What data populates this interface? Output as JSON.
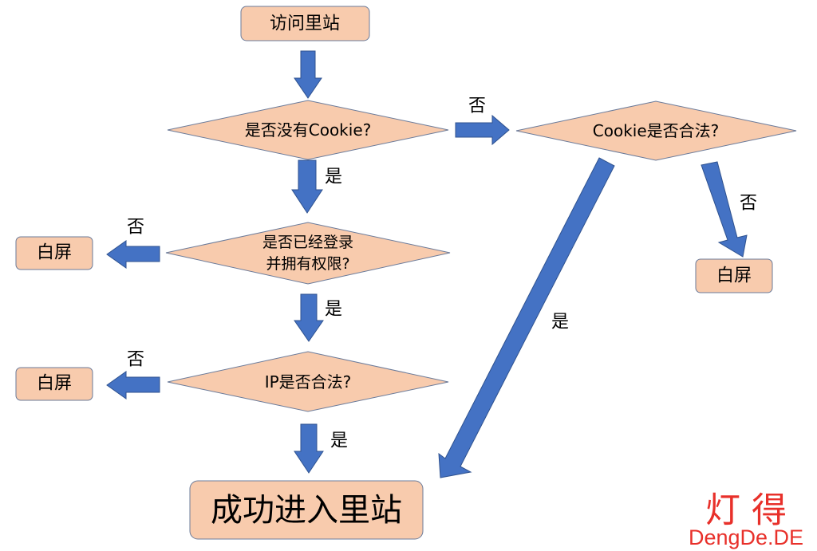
{
  "colors": {
    "node_fill": "#f8cbad",
    "node_stroke": "#6b7b9a",
    "arrow_fill": "#4472c4",
    "arrow_stroke": "#2f528f",
    "watermark": "#e8302a"
  },
  "nodes": {
    "start": "访问里站",
    "q_no_cookie": "是否没有Cookie?",
    "q_logged_in_line1": "是否已经登录",
    "q_logged_in_line2": "并拥有权限?",
    "q_ip_valid": "IP是否合法?",
    "q_cookie_valid": "Cookie是否合法?",
    "success": "成功进入里站",
    "white_screen_login": "白屏",
    "white_screen_ip": "白屏",
    "white_screen_cookie": "白屏"
  },
  "edges": {
    "no_cookie_no": "否",
    "no_cookie_yes": "是",
    "login_no": "否",
    "login_yes": "是",
    "ip_no": "否",
    "ip_yes": "是",
    "cookie_valid_no": "否",
    "cookie_valid_yes": "是"
  },
  "watermark": {
    "chinese": "灯 得",
    "domain": "DengDe.DE"
  }
}
